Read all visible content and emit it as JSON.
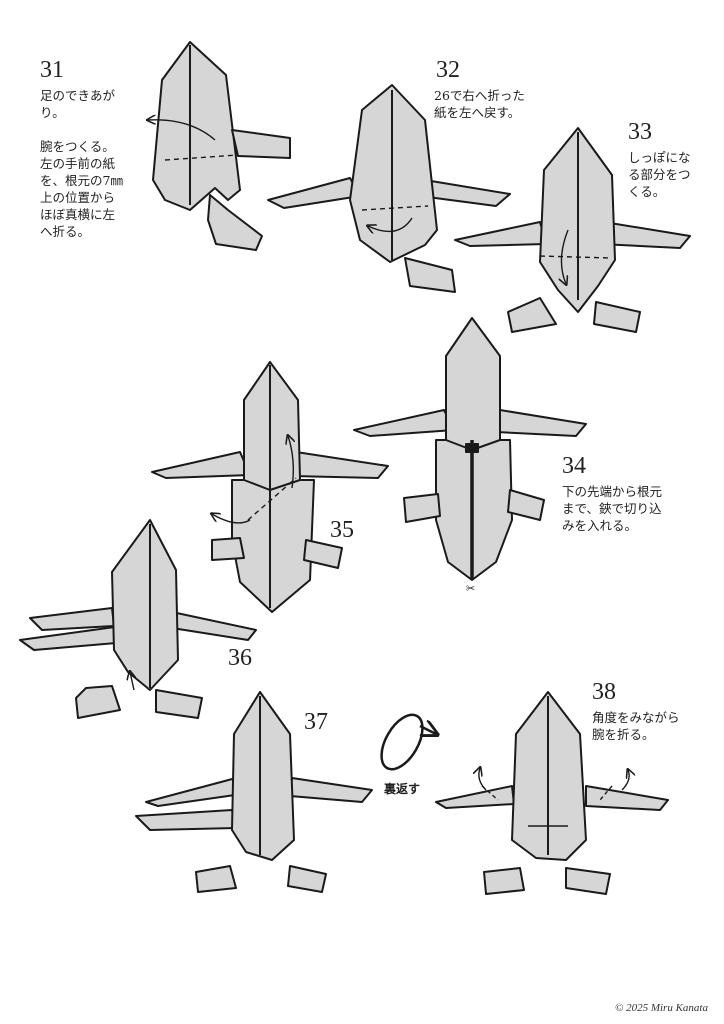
{
  "steps": [
    {
      "number": "31",
      "text": "足のできあが\nり。\n\n腕をつくる。\n左の手前の紙\nを、根元の7㎜\n上の位置から\nほぼ真横に左\nへ折る。"
    },
    {
      "number": "32",
      "text": "26で右へ折った\n紙を左へ戻す。"
    },
    {
      "number": "33",
      "text": "しっぽにな\nる部分をつ\nくる。"
    },
    {
      "number": "34",
      "text": "下の先端から根元\nまで、鋏で切り込\nみを入れる。"
    },
    {
      "number": "35",
      "text": ""
    },
    {
      "number": "36",
      "text": ""
    },
    {
      "number": "37",
      "text": ""
    },
    {
      "number": "38",
      "text": "角度をみながら\n腕を折る。"
    }
  ],
  "flip_label": "裏返す",
  "scissors_icon": "scissors-icon",
  "copyright": "© 2025 Miru Kanata",
  "colors": {
    "paper": "#d6d6d6",
    "line": "#1a1a1a"
  }
}
